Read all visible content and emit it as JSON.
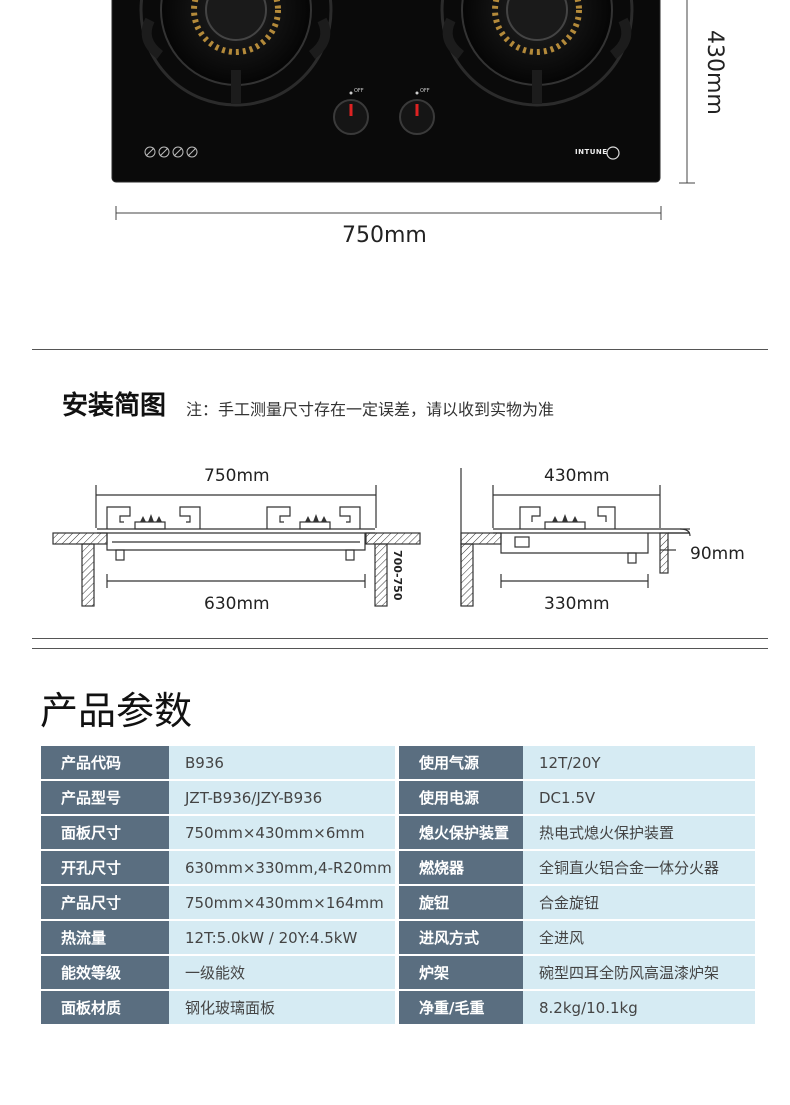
{
  "top": {
    "width_label": "750mm",
    "height_label": "430mm",
    "knob_off_label": "OFF",
    "brand_text": "INTUNE"
  },
  "install": {
    "title": "安装简图",
    "note": "注：手工测量尺寸存在一定误差，请以收到实物为准",
    "front": {
      "top_label": "750mm",
      "bottom_label": "630mm",
      "side_label": "700-750"
    },
    "side": {
      "top_label": "430mm",
      "bottom_label": "330mm",
      "depth_label": "90mm"
    }
  },
  "params": {
    "title": "产品参数",
    "rows": [
      {
        "l1": "产品代码",
        "v1": "B936",
        "l2": "使用气源",
        "v2": "12T/20Y"
      },
      {
        "l1": "产品型号",
        "v1": "JZT-B936/JZY-B936",
        "l2": "使用电源",
        "v2": "DC1.5V"
      },
      {
        "l1": "面板尺寸",
        "v1": "750mm×430mm×6mm",
        "l2": "熄火保护装置",
        "v2": "热电式熄火保护装置"
      },
      {
        "l1": "开孔尺寸",
        "v1": "630mm×330mm,4-R20mm",
        "l2": "燃烧器",
        "v2": "全铜直火铝合金一体分火器"
      },
      {
        "l1": "产品尺寸",
        "v1": "750mm×430mm×164mm",
        "l2": "旋钮",
        "v2": "合金旋钮"
      },
      {
        "l1": "热流量",
        "v1": "12T:5.0kW / 20Y:4.5kW",
        "l2": "进风方式",
        "v2": "全进风"
      },
      {
        "l1": "能效等级",
        "v1": "一级能效",
        "l2": "炉架",
        "v2": "碗型四耳全防风高温漆炉架"
      },
      {
        "l1": "面板材质",
        "v1": "钢化玻璃面板",
        "l2": "净重/毛重",
        "v2": "8.2kg/10.1kg"
      }
    ]
  }
}
